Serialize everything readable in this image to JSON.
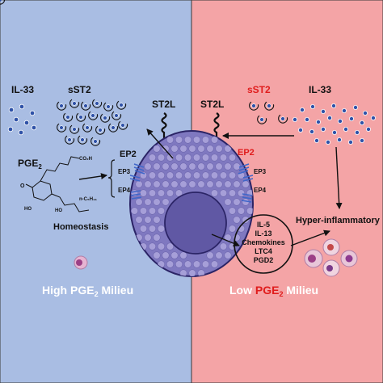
{
  "colors": {
    "left_panel": "#a9bde3",
    "right_panel": "#f4a4a6",
    "cell_fill": "#7f78c0",
    "nucleus_fill": "#6058a4",
    "dot": "#2f52a8",
    "red_label": "#e01c1c"
  },
  "left": {
    "il33": "IL-33",
    "sst2": "sST2",
    "st2l": "ST2L",
    "pge2_base": "PGE",
    "pge2_sub": "2",
    "homeostasis": "Homeostasis",
    "milieu_pre": "High PGE",
    "milieu_sub": "2",
    "milieu_post": " Milieu"
  },
  "right": {
    "st2l": "ST2L",
    "sst2": "sST2",
    "il33": "IL-33",
    "hyper": "Hyper-inflammatory",
    "milieu_pre": "Low ",
    "milieu_pge": "PGE",
    "milieu_sub": "2",
    "milieu_post": " Milieu"
  },
  "receptors": {
    "ep2_left": "EP2",
    "ep3_left": "EP3",
    "ep4_left": "EP4",
    "ep2_right": "EP2",
    "ep3_right": "EP3",
    "ep4_right": "EP4"
  },
  "molecule": {
    "co2h": "CO₂H",
    "o": "O",
    "ho_ring": "HO",
    "ho_chain": "HO",
    "c5h11": "n-C₅H₁₁"
  },
  "mediators": [
    "IL-5",
    "IL-13",
    "Chemokines",
    "LTC4",
    "PGD2"
  ]
}
